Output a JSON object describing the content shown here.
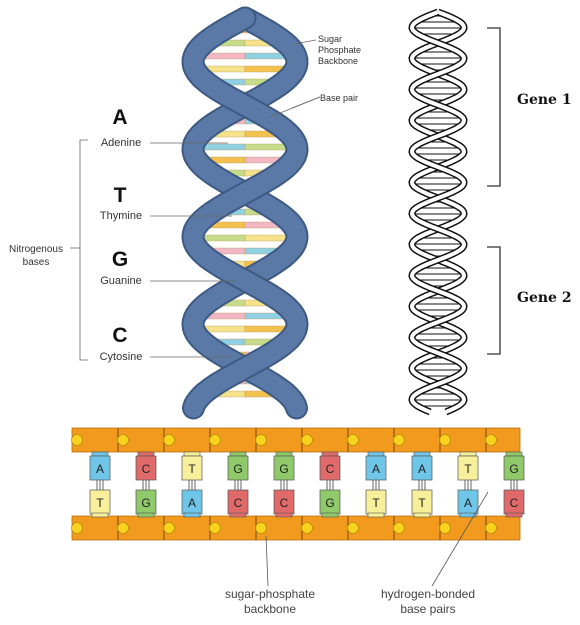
{
  "helix": {
    "labels": {
      "sugar_line1": "Sugar",
      "sugar_line2": "Phosphate",
      "sugar_line3": "Backbone",
      "base_pair": "Base pair"
    },
    "bases": [
      {
        "letter": "A",
        "name": "Adenine",
        "color": "#f2c14e"
      },
      {
        "letter": "T",
        "name": "Thymine",
        "color": "#c7dc8a"
      },
      {
        "letter": "G",
        "name": "Guanine",
        "color": "#f1b7c4"
      },
      {
        "letter": "C",
        "name": "Cytosine",
        "color": "#f5e28a"
      }
    ],
    "group_line1": "Nitrogenous",
    "group_line2": "bases",
    "strand_color": "#5b79a6"
  },
  "genes": {
    "gene1": "Gene 1",
    "gene2": "Gene 2"
  },
  "ladder": {
    "top": [
      "A",
      "C",
      "T",
      "G",
      "G",
      "C",
      "A",
      "A",
      "T",
      "G"
    ],
    "bottom": [
      "T",
      "G",
      "A",
      "C",
      "C",
      "G",
      "T",
      "T",
      "A",
      "C"
    ],
    "colors": {
      "A": "#6fc6e8",
      "T": "#f7ef9a",
      "G": "#8fc96a",
      "C": "#e06a6a"
    },
    "backbone_color": "#f29a1e",
    "phosphate_color": "#f8d21c",
    "label_backbone_1": "sugar-phosphate",
    "label_backbone_2": "backbone",
    "label_hbond_1": "hydrogen-bonded",
    "label_hbond_2": "base pairs"
  }
}
